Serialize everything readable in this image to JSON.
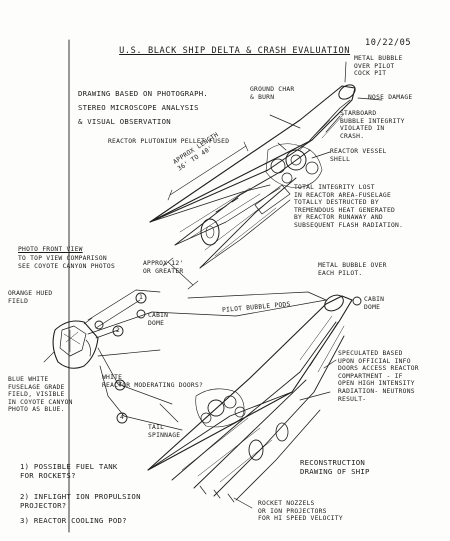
{
  "header": {
    "title": "U.S. BLACK SHIP DELTA & CRASH EVALUATION",
    "date": "10/22/05"
  },
  "notes_top_left": {
    "line1": "DRAWING BASED ON PHOTOGRAPH.",
    "line2": "STEREO MICROSCOPE ANALYSIS",
    "line3": "& VISUAL OBSERVATION"
  },
  "callouts_upper": {
    "ground_char": "GROUND CHAR\n& BURN",
    "metal_bubble": "METAL BUBBLE\nOVER PILOT\nCOCK PIT",
    "nose_damage": "NOSE DAMAGE",
    "starboard": "STARBOARD\nBUBBLE INTEGRITY\nVIOLATED IN\nCRASH.",
    "reactor_pellet": "REACTOR PLUTONIUM PELLET FUSED",
    "reactor_vessel": "REACTOR VESSEL\nSHELL",
    "integrity_lost": "TOTAL INTEGRITY LOST\nIN REACTOR AREA-FUSELAGE\nTOTALLY DESTRUCTED BY\nTREMENDOUS HEAT GENERATED\nBY REACTOR RUNAWAY AND\nSUBSEQUENT FLASH RADIATION.",
    "approx": "APPROX 12'\nOR GREATER",
    "approx_length": "APPROX LENGTH\n36' TO 40'"
  },
  "callouts_left": {
    "photo_front": "PHOTO FRONT VIEW",
    "top_view": "TO TOP VIEW COMPARISON\nSEE COYOTE CANYON PHOTOS",
    "orange_field": "ORANGE HUED\nFIELD",
    "blue_white": "BLUE WHITE\nFUSELAGE GRADE\nFIELD, VISIBLE\nIN COYOTE CANYON\nPHOTO AS BLUE."
  },
  "callouts_middle": {
    "cabin_dome_left": "CABIN\nDOME",
    "pilot_bubble_pods": "PILOT BUBBLE PODS",
    "cabin_dome_right": "CABIN\nDOME",
    "metal_bubble_each": "METAL BUBBLE OVER\nEACH PILOT.",
    "white_reactor": "WHITE\nREACTOR MODERATING DOORS?",
    "tail_spinnage": "TAIL\nSPINNAGE",
    "speculated": "SPECULATED BASED\nUPON OFFICIAL INFO\nDOORS ACCESS REACTOR\nCOMPARTMENT - IF\nOPEN HIGH INTENSITY\nRADIATION- NEUTRONS\nRESULT-"
  },
  "numbered_markers": [
    "1",
    "2",
    "3",
    "4"
  ],
  "lower_notes": {
    "reconstruction": "RECONSTRUCTION\nDRAWING OF SHIP",
    "rocket_nozzels": "ROCKET NOZZELS\nOR ION PROJECTORS\nFOR HI SPEED VELOCITY",
    "q1": "1) POSSIBLE FUEL TANK\nFOR ROCKETS?",
    "q2": "2) INFLIGHT ION PROPULSION\nPROJECTOR?",
    "q3": "3) REACTOR COOLING POD?"
  }
}
